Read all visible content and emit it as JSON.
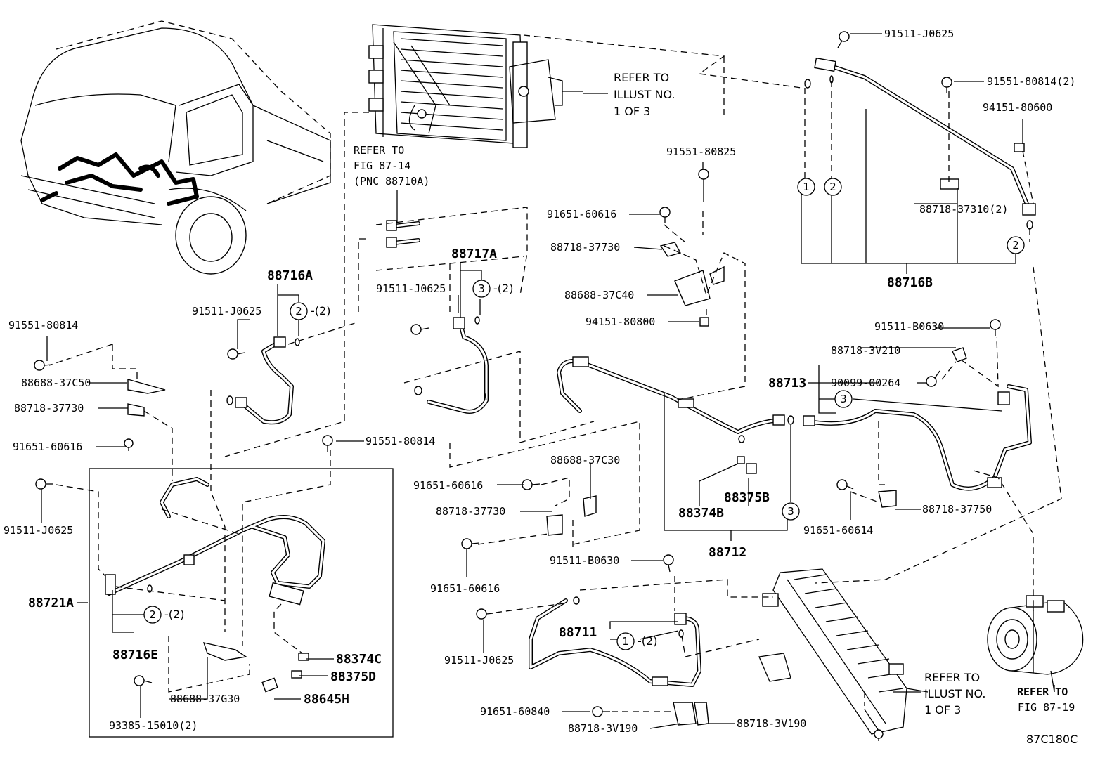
{
  "figure_code": "87C180C",
  "labels": {
    "p91511_J0625_top": "91511-J0625",
    "p91551_80814_2": "91551-80814(2)",
    "p94151_80600": "94151-80600",
    "p88718_37310_2": "88718-37310(2)",
    "p88716B": "88716B",
    "refer_illust_top": [
      "REFER TO",
      "ILLUST NO.",
      "1 OF 3"
    ],
    "refer_fig_87_14": [
      "REFER TO",
      "FIG 87-14",
      "(PNC 88710A)"
    ],
    "p91551_80825": "91551-80825",
    "p91651_60616_a": "91651-60616",
    "p88718_37730_a": "88718-37730",
    "p88688_37C40": "88688-37C40",
    "p94151_80800": "94151-80800",
    "p88717A": "88717A",
    "p91511_J0625_b": "91511-J0625",
    "p88716A": "88716A",
    "p91511_J0625_c": "91511-J0625",
    "p91551_80814_a": "91551-80814",
    "p88688_37C50": "88688-37C50",
    "p88718_37730_b": "88718-37730",
    "p91651_60616_b": "91651-60616",
    "p91551_80814_b": "91551-80814",
    "p91511_J0625_d": "91511-J0625",
    "p88721A": "88721A",
    "p88716E": "88716E",
    "p88374C": "88374C",
    "p88375D": "88375D",
    "p88688_37G30": "88688-37G30",
    "p88645H": "88645H",
    "p93385_15010_2": "93385-15010(2)",
    "p91511_B0630_a": "91511-B0630",
    "p88718_3V210": "88718-3V210",
    "p88713": "88713",
    "p90099_00264": "90099-00264",
    "p88688_37C30": "88688-37C30",
    "p91651_60616_c": "91651-60616",
    "p88718_37730_c": "88718-37730",
    "p91651_60616_d": "91651-60616",
    "p91511_B0630_b": "91511-B0630",
    "p88374B": "88374B",
    "p88375B": "88375B",
    "p88712": "88712",
    "p88718_37750": "88718-37750",
    "p91651_60614": "91651-60614",
    "p88711": "88711",
    "p91511_J0625_e": "91511-J0625",
    "p91651_60840": "91651-60840",
    "p88718_3V190_a": "88718-3V190",
    "p88718_3V190_b": "88718-3V190",
    "refer_illust_bottom": [
      "REFER TO",
      "ILLUST NO.",
      "1 OF 3"
    ],
    "refer_fig_87_19": [
      "REFER TO",
      "FIG 87-19"
    ]
  },
  "callouts": {
    "one": "1",
    "two": "2",
    "three": "3",
    "qty2": "-(2)"
  }
}
